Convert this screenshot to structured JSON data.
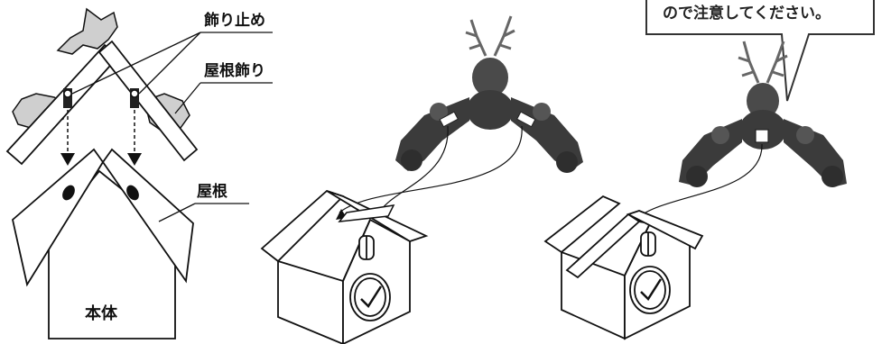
{
  "labels": {
    "ornament_stopper": "飾り止め",
    "roof_ornament": "屋根飾り",
    "roof": "屋根",
    "main_body": "本体"
  },
  "callout": {
    "text": "ので注意してください。"
  },
  "colors": {
    "line": "#111111",
    "wing": "#c9c9c9",
    "ornament_dark": "#3b3b3b",
    "ornament_mid": "#6a6a6a"
  }
}
